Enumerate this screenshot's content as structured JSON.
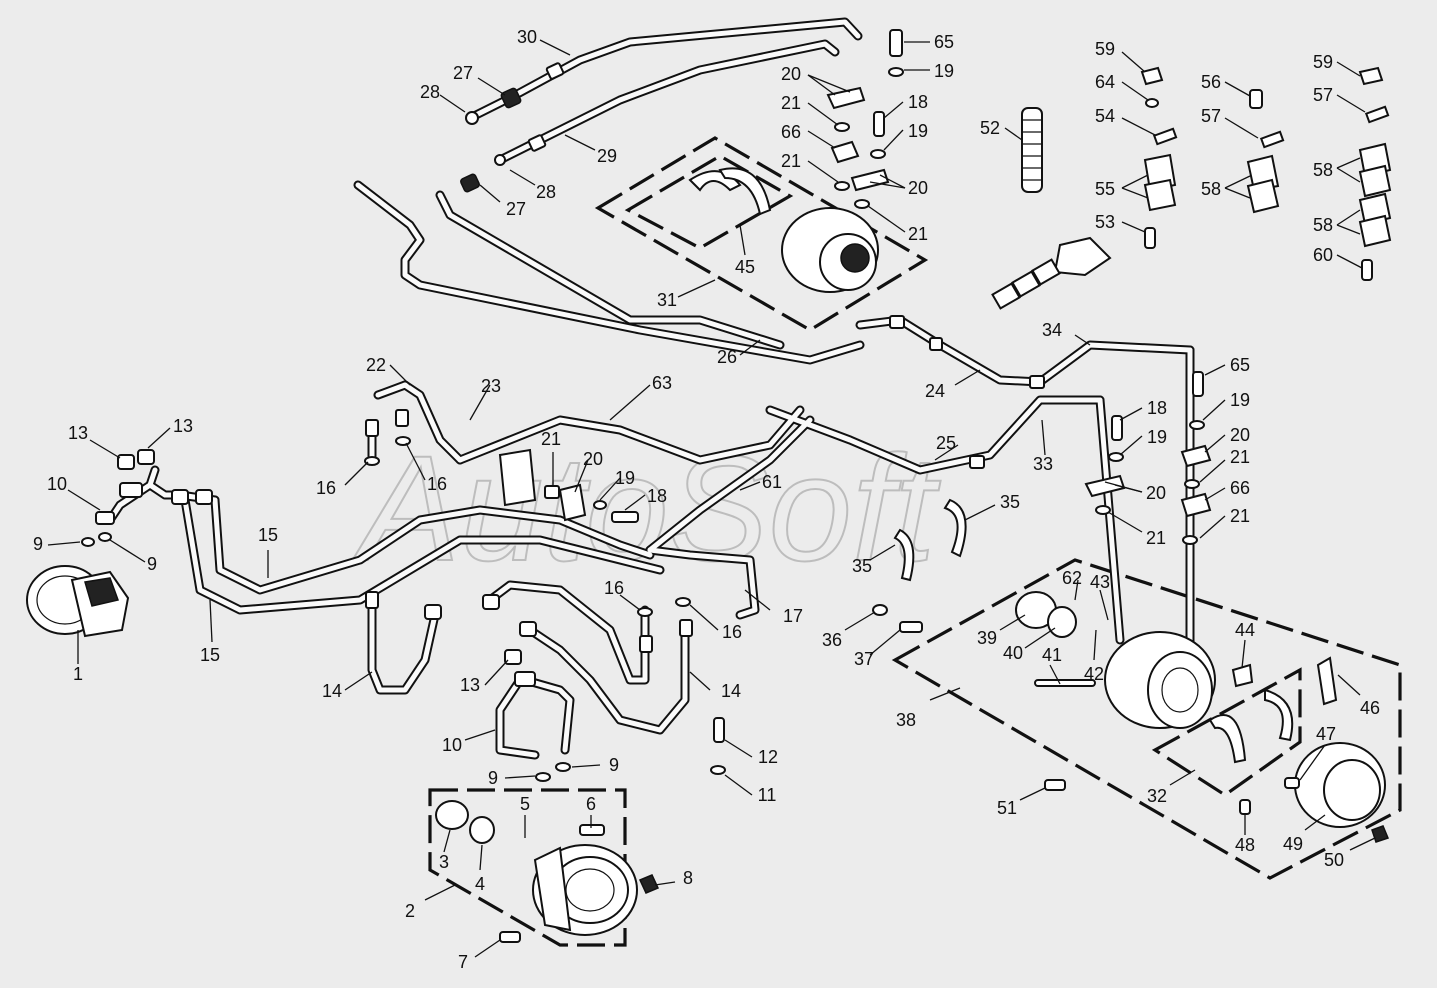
{
  "watermark": "AutoSoft",
  "colors": {
    "background": "#ececec",
    "line": "#111111",
    "part_fill": "#ffffff"
  },
  "callouts": [
    "1",
    "2",
    "3",
    "4",
    "5",
    "6",
    "7",
    "8",
    "9",
    "9",
    "9",
    "9",
    "10",
    "10",
    "11",
    "12",
    "13",
    "13",
    "13",
    "14",
    "14",
    "15",
    "15",
    "16",
    "16",
    "16",
    "16",
    "17",
    "18",
    "18",
    "18",
    "19",
    "19",
    "19",
    "19",
    "19",
    "20",
    "20",
    "20",
    "20",
    "20",
    "21",
    "21",
    "21",
    "21",
    "21",
    "21",
    "21",
    "22",
    "23",
    "24",
    "25",
    "26",
    "27",
    "27",
    "28",
    "28",
    "29",
    "30",
    "31",
    "32",
    "33",
    "34",
    "35",
    "35",
    "36",
    "37",
    "38",
    "39",
    "40",
    "41",
    "42",
    "43",
    "44",
    "45",
    "46",
    "47",
    "48",
    "49",
    "50",
    "51",
    "52",
    "53",
    "54",
    "55",
    "56",
    "57",
    "57",
    "58",
    "58",
    "58",
    "59",
    "59",
    "60",
    "61",
    "62",
    "63",
    "64",
    "65",
    "65",
    "66",
    "66"
  ]
}
